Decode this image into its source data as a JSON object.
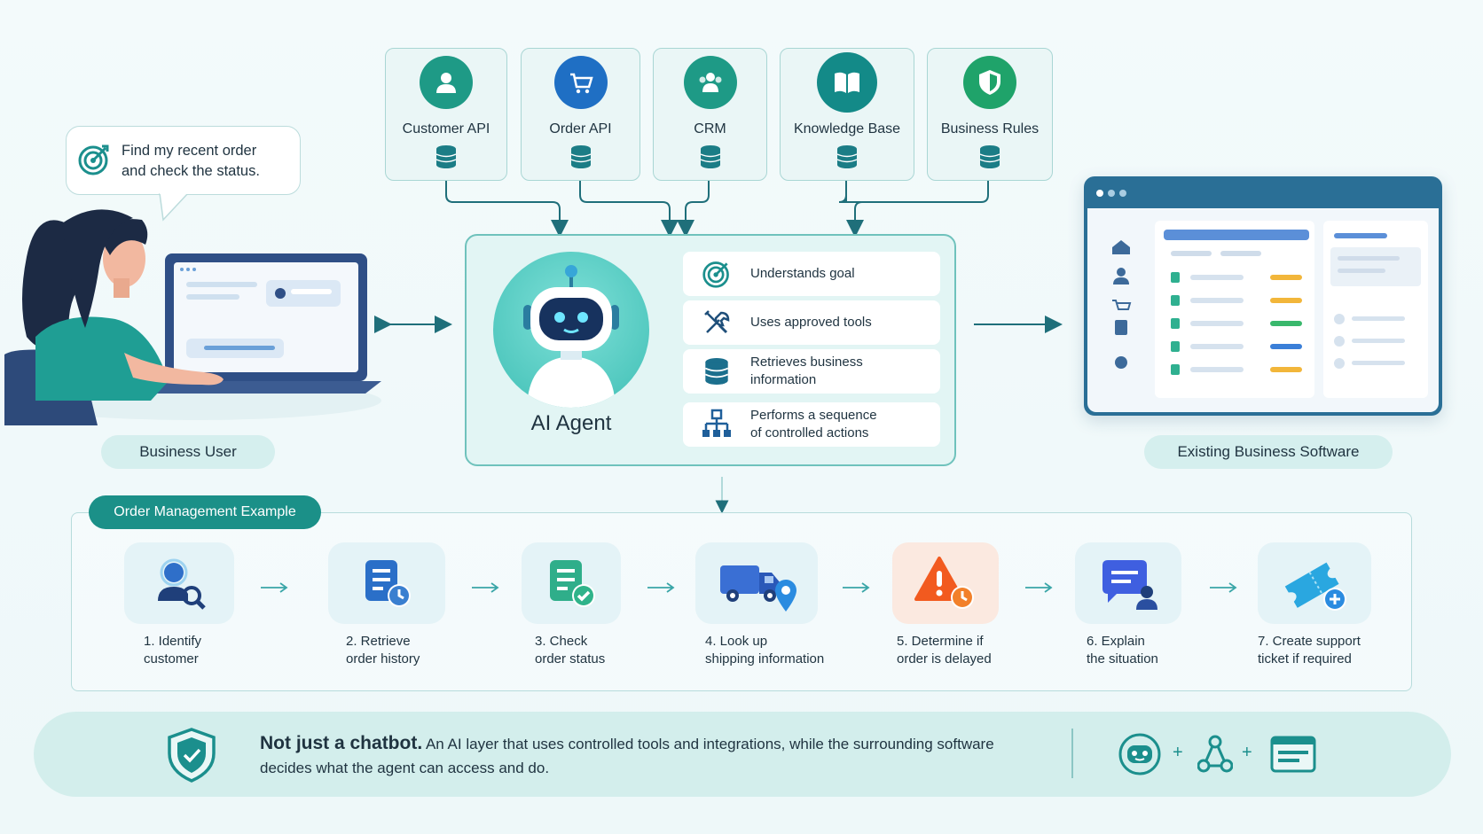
{
  "sources": [
    {
      "label": "Customer API",
      "icon": "user-icon",
      "color": "#1e9a86"
    },
    {
      "label": "Order API",
      "icon": "cart-icon",
      "color": "#1f6fc4"
    },
    {
      "label": "CRM",
      "icon": "group-icon",
      "color": "#1e9a86"
    },
    {
      "label": "Knowledge Base",
      "icon": "book-icon",
      "color": "#138a88"
    },
    {
      "label": "Business Rules",
      "icon": "shield-icon",
      "color": "#1fa36a"
    }
  ],
  "user": {
    "speech_line1": "Find my recent order",
    "speech_line2": "and check the status.",
    "label": "Business User"
  },
  "agent": {
    "label": "AI Agent",
    "capabilities": [
      {
        "text": "Understands goal",
        "icon": "target-icon"
      },
      {
        "text": "Uses approved tools",
        "icon": "wrench-icon"
      },
      {
        "text": "Retrieves business\ninformation",
        "icon": "database-icon"
      },
      {
        "text": "Performs a sequence\nof controlled actions",
        "icon": "workflow-icon"
      }
    ]
  },
  "software": {
    "label": "Existing Business Software"
  },
  "example": {
    "title": "Order Management Example",
    "steps": [
      {
        "text": "1.  Identify\n     customer",
        "icon": "user-search-icon"
      },
      {
        "text": "2.  Retrieve\n     order history",
        "icon": "document-clock-icon"
      },
      {
        "text": "3.  Check\n     order status",
        "icon": "document-check-icon"
      },
      {
        "text": "4.  Look up\n     shipping information",
        "icon": "truck-location-icon"
      },
      {
        "text": "5.  Determine if\n     order is delayed",
        "icon": "warning-clock-icon"
      },
      {
        "text": "6.  Explain\n     the situation",
        "icon": "chat-user-icon"
      },
      {
        "text": "7.  Create support\n     ticket if required",
        "icon": "ticket-add-icon"
      }
    ]
  },
  "footer": {
    "bold": "Not just a chatbot.",
    "line1": "An AI layer that uses controlled tools and integrations, while the surrounding software",
    "line2": "decides what the agent can access and do.",
    "plus": "+"
  },
  "colors": {
    "teal": "#1b8f8d",
    "accent": "#2a9d95",
    "border": "#a9d6d4"
  }
}
